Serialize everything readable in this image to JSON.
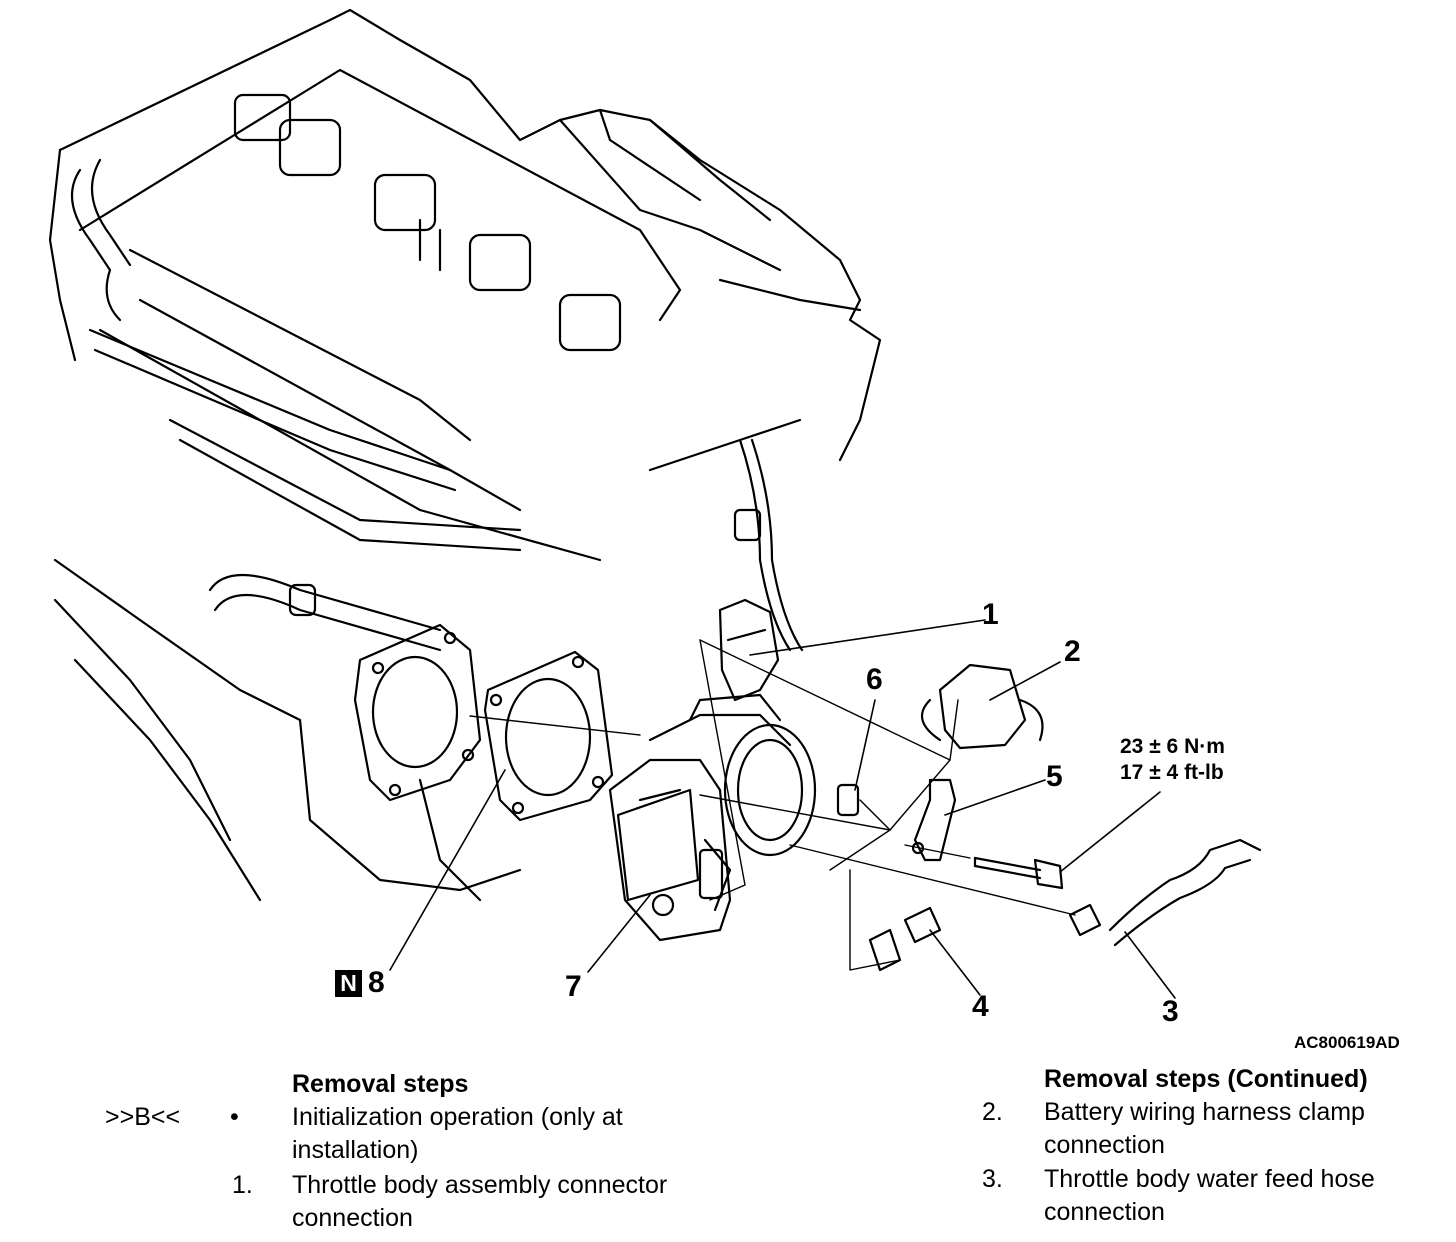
{
  "callouts": {
    "c1": "1",
    "c2": "2",
    "c3": "3",
    "c4": "4",
    "c5": "5",
    "c6": "6",
    "c7": "7",
    "c8": "8"
  },
  "new_part_mark": "N",
  "torque": {
    "nm": "23 ± 6 N·m",
    "ftlb": "17 ± 4 ft-lb"
  },
  "figure_id": "AC800619AD",
  "removal_left": {
    "heading": "Removal steps",
    "items": [
      {
        "key": ">>B<<",
        "marker": "•",
        "text_line1": "Initialization operation (only at",
        "text_line2": "installation)"
      },
      {
        "key": "",
        "marker": "1.",
        "text_line1": "Throttle body assembly connector",
        "text_line2": "connection"
      }
    ]
  },
  "removal_right": {
    "heading": "Removal steps (Continued)",
    "items": [
      {
        "marker": "2.",
        "text_line1": "Battery wiring harness clamp",
        "text_line2": "connection"
      },
      {
        "marker": "3.",
        "text_line1": "Throttle body water feed hose",
        "text_line2": "connection"
      }
    ]
  }
}
